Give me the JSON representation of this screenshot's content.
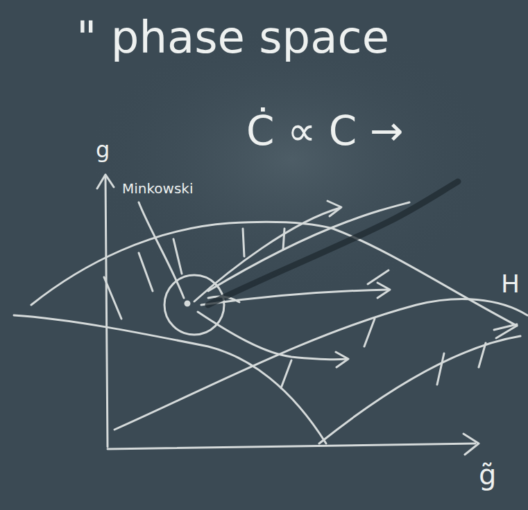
{
  "diagram": {
    "title": "\" phase space",
    "labels": [
      "Ċ ∝ C →",
      "g",
      "Minkowski",
      "H",
      "g̃"
    ]
  }
}
